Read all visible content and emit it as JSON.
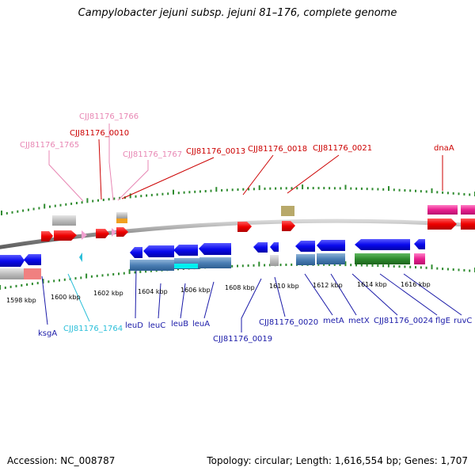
{
  "title": "Campylobacter jejuni subsp. jejuni 81–176, complete genome",
  "footer": {
    "accession": "Accession: NC_008787",
    "stats": "Topology: circular; Length: 1,616,554 bp; Genes: 1,707"
  },
  "colors": {
    "outer_label_red": "#cc0000",
    "outer_label_pink": "#e887b4",
    "inner_label_blue": "#1a1aa8",
    "inner_label_cyan": "#2bbfd9",
    "tick_green": "#2e8b2e",
    "backbone": "#888888"
  },
  "scale_labels": [
    "1598 kbp",
    "1600 kbp",
    "1602 kbp",
    "1604 kbp",
    "1606 kbp",
    "1608 kbp",
    "1610 kbp",
    "1612 kbp",
    "1614 kbp",
    "1616 kbp"
  ],
  "outer_labels": [
    {
      "text": "CJJ81176_1766",
      "color": "pink"
    },
    {
      "text": "CJJ81176_0010",
      "color": "red"
    },
    {
      "text": "CJJ81176_1765",
      "color": "pink"
    },
    {
      "text": "CJJ81176_1767",
      "color": "pink"
    },
    {
      "text": "CJJ81176_0013",
      "color": "red"
    },
    {
      "text": "CJJ81176_0018",
      "color": "red"
    },
    {
      "text": "CJJ81176_0021",
      "color": "red"
    },
    {
      "text": "dnaA",
      "color": "red"
    }
  ],
  "inner_labels": [
    {
      "text": "ksgA",
      "color": "blue"
    },
    {
      "text": "CJJ81176_1764",
      "color": "cyan"
    },
    {
      "text": "leuD",
      "color": "blue"
    },
    {
      "text": "leuC",
      "color": "blue"
    },
    {
      "text": "leuB",
      "color": "blue"
    },
    {
      "text": "leuA",
      "color": "blue"
    },
    {
      "text": "CJJ81176_0019",
      "color": "blue"
    },
    {
      "text": "CJJ81176_0020",
      "color": "blue"
    },
    {
      "text": "metA",
      "color": "blue"
    },
    {
      "text": "metX",
      "color": "blue"
    },
    {
      "text": "CJJ81176_0024",
      "color": "blue"
    },
    {
      "text": "flgE",
      "color": "blue"
    },
    {
      "text": "ruvC",
      "color": "blue"
    }
  ]
}
